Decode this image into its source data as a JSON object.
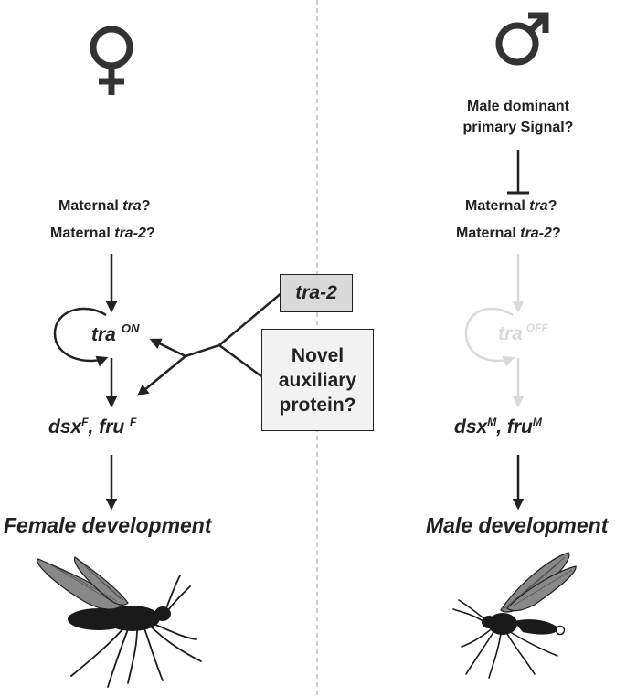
{
  "left": {
    "maternal_tra_prefix": "Maternal ",
    "maternal_tra_gene": "tra",
    "maternal_tra_suffix": "?",
    "maternal_tra2_prefix": "Maternal ",
    "maternal_tra2_gene": "tra-2",
    "maternal_tra2_suffix": "?",
    "tra_gene": "tra",
    "tra_state": "ON",
    "dsx": "dsx",
    "dsx_sup": "F",
    "separator": ", ",
    "fru": "fru ",
    "fru_sup": "F",
    "outcome": "Female development",
    "symbol_icon": "female-symbol-icon",
    "insect_icon": "female-fly-silhouette"
  },
  "right": {
    "signal_line1": "Male dominant",
    "signal_line2": "primary Signal?",
    "maternal_tra_prefix": "Maternal ",
    "maternal_tra_gene": "tra",
    "maternal_tra_suffix": "?",
    "maternal_tra2_prefix": "Maternal ",
    "maternal_tra2_gene": "tra-2",
    "maternal_tra2_suffix": "?",
    "tra_gene": "tra",
    "tra_state": "OFF",
    "dsx": "dsx",
    "dsx_sup": "M",
    "separator": ", ",
    "fru": "fru",
    "fru_sup": "M",
    "outcome": "Male development",
    "symbol_icon": "male-symbol-icon",
    "insect_icon": "male-fly-silhouette"
  },
  "middle": {
    "tra2_box": "tra-2",
    "novel_line1": "Novel",
    "novel_line2": "auxiliary",
    "novel_line3": "protein?"
  },
  "colors": {
    "ink": "#222222",
    "inactive": "#d9d9d9",
    "box_fill_tra2": "#d9d9d9",
    "box_fill_novel": "#f2f2f2",
    "divider": "#aaaaaa"
  }
}
